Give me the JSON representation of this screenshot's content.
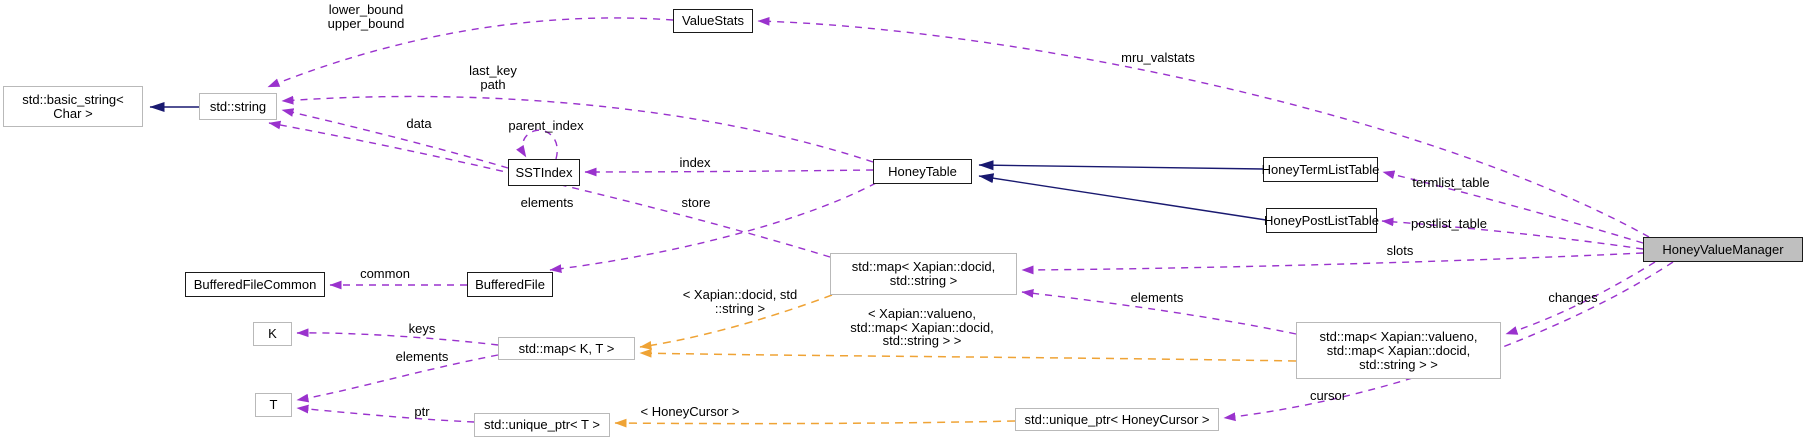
{
  "diagram": {
    "kind": "doxygen-collaboration-graph",
    "main_class": "HoneyValueManager",
    "colors": {
      "member_edge": "#9A32CD",
      "inheritance_edge": "#191970",
      "template_edge": "#EFA335",
      "main_node_fill": "#BFBFBF",
      "doc_node_border": "#1A1A1A",
      "external_node_border": "#B9B9B9",
      "background": "#FFFFFF"
    },
    "nodes": [
      {
        "id": "std-basic-string",
        "label": "std::basic_string<\nChar >"
      },
      {
        "id": "std-string",
        "label": "std::string"
      },
      {
        "id": "valuestats",
        "label": "ValueStats"
      },
      {
        "id": "sstindex",
        "label": "SSTIndex"
      },
      {
        "id": "honeytable",
        "label": "HoneyTable"
      },
      {
        "id": "honeytermlisttable",
        "label": "HoneyTermListTable"
      },
      {
        "id": "honeypostlisttable",
        "label": "HoneyPostListTable"
      },
      {
        "id": "honeyvaluemanager",
        "label": "HoneyValueManager"
      },
      {
        "id": "bufferedfilecommon",
        "label": "BufferedFileCommon"
      },
      {
        "id": "bufferedfile",
        "label": "BufferedFile"
      },
      {
        "id": "k",
        "label": "K"
      },
      {
        "id": "t",
        "label": "T"
      },
      {
        "id": "std-map-k-t",
        "label": "std::map< K, T >"
      },
      {
        "id": "std-unique-ptr-t",
        "label": "std::unique_ptr< T >"
      },
      {
        "id": "std-map-docid-string",
        "label": "std::map< Xapian::docid,\nstd::string >"
      },
      {
        "id": "std-map-valueno",
        "label": "std::map< Xapian::valueno,\nstd::map< Xapian::docid,\nstd::string > >"
      },
      {
        "id": "std-unique-ptr-honeycursor",
        "label": "std::unique_ptr< HoneyCursor >"
      }
    ],
    "edge_labels": [
      {
        "id": "lower-upper-bound",
        "text": "lower_bound\nupper_bound"
      },
      {
        "id": "last-key-path",
        "text": "last_key\npath"
      },
      {
        "id": "data",
        "text": "data"
      },
      {
        "id": "parent-index",
        "text": "parent_index"
      },
      {
        "id": "index",
        "text": "index"
      },
      {
        "id": "elements-map-docid-string",
        "text": "elements"
      },
      {
        "id": "store",
        "text": "store"
      },
      {
        "id": "mru-valstats",
        "text": "mru_valstats"
      },
      {
        "id": "termlist-table",
        "text": "termlist_table"
      },
      {
        "id": "postlist-table",
        "text": "postlist_table"
      },
      {
        "id": "slots",
        "text": "slots"
      },
      {
        "id": "elements-valueno-map",
        "text": "elements"
      },
      {
        "id": "changes",
        "text": "changes"
      },
      {
        "id": "cursor",
        "text": "cursor"
      },
      {
        "id": "common",
        "text": "common"
      },
      {
        "id": "keys",
        "text": "keys"
      },
      {
        "id": "elements-map-kt",
        "text": "elements"
      },
      {
        "id": "ptr",
        "text": "ptr"
      },
      {
        "id": "template-args-docid-string",
        "text": "< Xapian::docid, std\n::string >"
      },
      {
        "id": "template-args-valueno-map",
        "text": "< Xapian::valueno,\nstd::map< Xapian::docid,\nstd::string > >"
      },
      {
        "id": "template-args-honeycursor",
        "text": "< HoneyCursor >"
      }
    ]
  }
}
